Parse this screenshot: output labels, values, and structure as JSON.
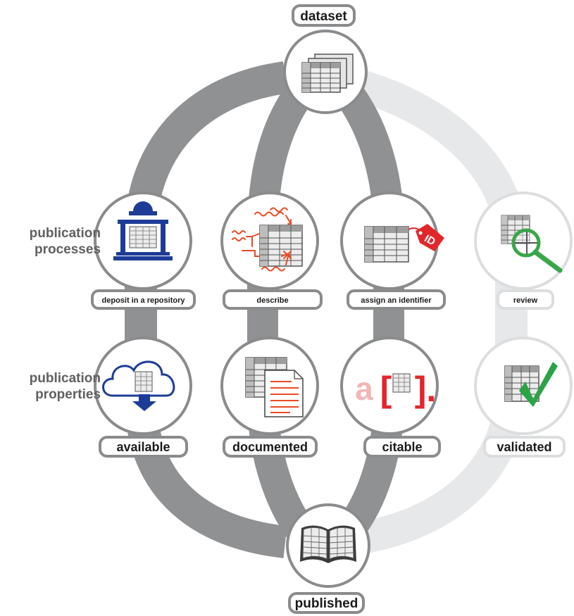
{
  "top_node": {
    "label": "dataset",
    "icon": "stacked-tables-icon"
  },
  "bottom_node": {
    "label": "published",
    "icon": "open-book-table-icon"
  },
  "row_labels": {
    "processes": {
      "line1": "publication",
      "line2": "processes"
    },
    "properties": {
      "line1": "publication",
      "line2": "properties"
    }
  },
  "processes": [
    {
      "label": "deposit in a repository",
      "icon": "repository-building-icon"
    },
    {
      "label": "describe",
      "icon": "annotated-table-icon"
    },
    {
      "label": "assign an identifier",
      "icon": "id-tag-table-icon"
    },
    {
      "label": "review",
      "icon": "magnifier-table-icon"
    }
  ],
  "properties": [
    {
      "label": "available",
      "icon": "cloud-download-icon"
    },
    {
      "label": "documented",
      "icon": "table-document-icon"
    },
    {
      "label": "citable",
      "icon": "citation-bracket-icon"
    },
    {
      "label": "validated",
      "icon": "checkmark-table-icon"
    }
  ],
  "citation_glyphs": {
    "letter": "a",
    "open_bracket": "[",
    "close_bracket": "].",
    "id_tag": "ID"
  },
  "colors": {
    "path_dark": "#909193",
    "path_light": "#e7e8e9",
    "circle_stroke_dark": "#8a8b8d",
    "circle_stroke_light": "#dcdddf",
    "repository_blue": "#1e3c96",
    "annotation_red": "#ea4b24",
    "id_red": "#e2262b",
    "check_green": "#2ba347",
    "magnifier_green": "#3aa64a"
  }
}
